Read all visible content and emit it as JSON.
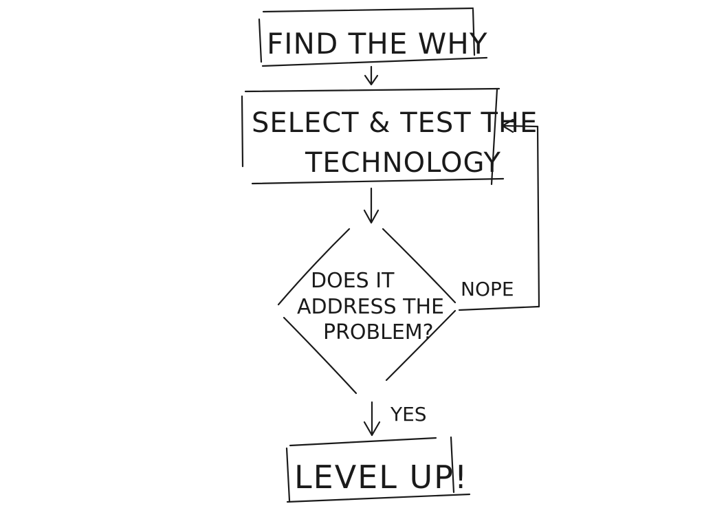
{
  "flowchart": {
    "step1": {
      "label": "FIND THE WHY"
    },
    "step2": {
      "line1": "SELECT & TEST THE",
      "line2": "TECHNOLOGY"
    },
    "decision": {
      "line1": "DOES IT",
      "line2": "ADDRESS THE",
      "line3": "PROBLEM?"
    },
    "branch_no": {
      "label": "NOPE"
    },
    "branch_yes": {
      "label": "YES"
    },
    "step3": {
      "label": "LEVEL UP!"
    }
  }
}
